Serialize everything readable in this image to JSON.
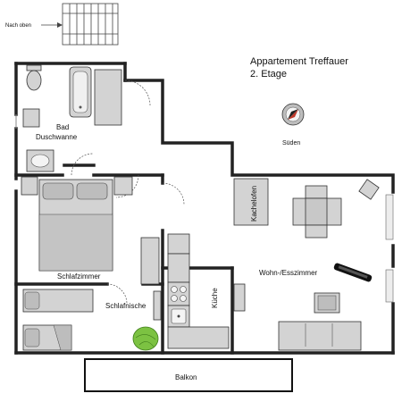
{
  "title": "Appartement Treffauer",
  "subtitle": "2. Etage",
  "compass_label": "Süden",
  "stair_label": "Nach oben",
  "rooms": {
    "bad": "Bad",
    "bad_sub": "Duschwanne",
    "schlafzimmer": "Schlafzimmer",
    "schlafnische": "Schlafnische",
    "kueche": "Küche",
    "kachelofen": "Kachelofen",
    "wohn": "Wohn-/Esszimmer",
    "balkon": "Balkon"
  },
  "colors": {
    "furniture": "#d3d3d3",
    "wall": "#222222",
    "plant": "#7cc242",
    "compass_needle": "#c0392b"
  }
}
